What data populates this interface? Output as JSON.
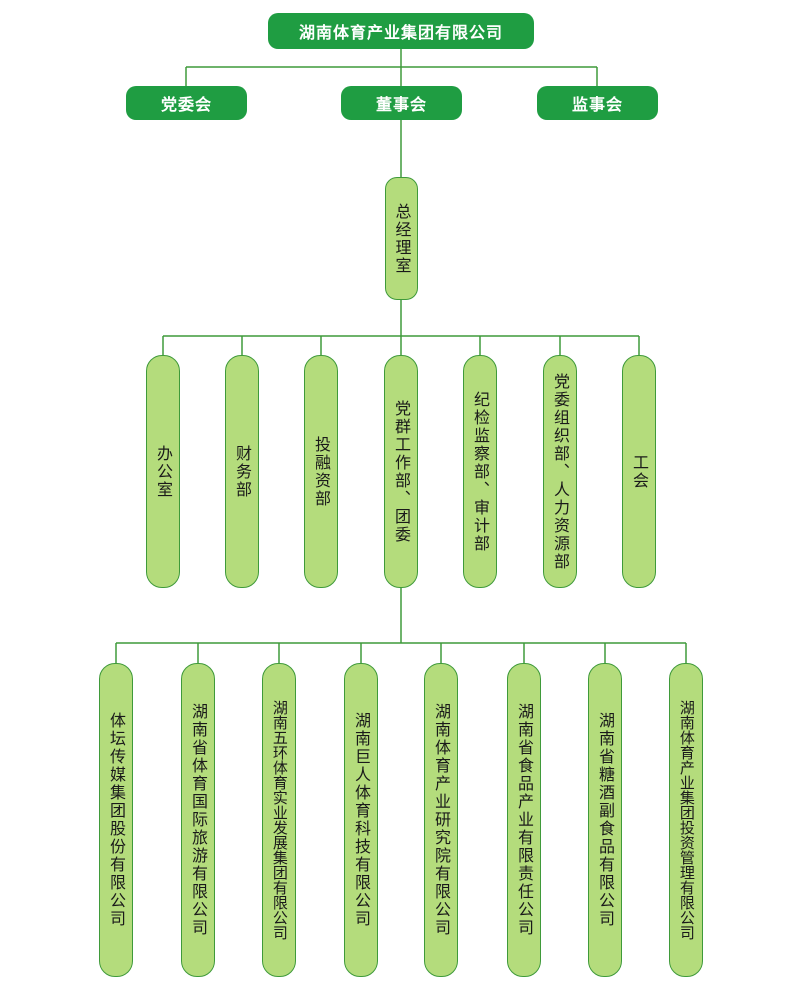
{
  "diagram": {
    "root": "湖南体育产业集团有限公司",
    "level1": [
      {
        "id": "party",
        "label": "党委会"
      },
      {
        "id": "board",
        "label": "董事会"
      },
      {
        "id": "supervisors",
        "label": "监事会"
      }
    ],
    "gm_office": "总经理室",
    "departments": [
      {
        "id": "dept-office",
        "label": "办公室"
      },
      {
        "id": "dept-finance",
        "label": "财务部"
      },
      {
        "id": "dept-investment",
        "label": "投融资部"
      },
      {
        "id": "dept-party-work",
        "label": "党群工作部、团委"
      },
      {
        "id": "dept-discipline",
        "label": "纪检监察部、审计部"
      },
      {
        "id": "dept-organization",
        "label": "党委组织部、人力资源部"
      },
      {
        "id": "dept-union",
        "label": "工会"
      }
    ],
    "companies": [
      {
        "id": "co-titan",
        "label": "体坛传媒集团股份有限公司"
      },
      {
        "id": "co-tourism",
        "label": "湖南省体育国际旅游有限公司"
      },
      {
        "id": "co-wuhuan",
        "label": "湖南五环体育实业发展集团有限公司"
      },
      {
        "id": "co-juren",
        "label": "湖南巨人体育科技有限公司"
      },
      {
        "id": "co-research",
        "label": "湖南体育产业研究院有限公司"
      },
      {
        "id": "co-food",
        "label": "湖南省食品产业有限责任公司"
      },
      {
        "id": "co-sugar",
        "label": "湖南省糖酒副食品有限公司"
      },
      {
        "id": "co-investment",
        "label": "湖南体育产业集团投资管理有限公司"
      }
    ]
  },
  "colors": {
    "dark_box": "#1f9d42",
    "light_box": "#b4dc7c",
    "line": "#3f9a3a"
  }
}
